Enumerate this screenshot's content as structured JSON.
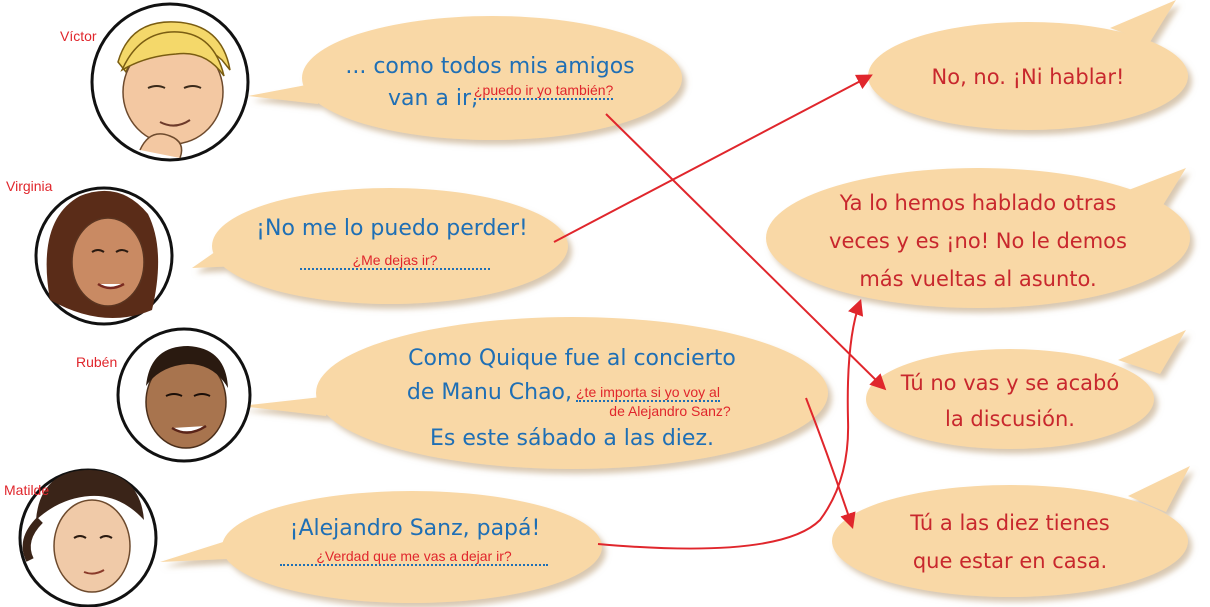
{
  "characters": [
    {
      "name": "Víctor"
    },
    {
      "name": "Virginia"
    },
    {
      "name": "Rubén"
    },
    {
      "name": "Matilde"
    }
  ],
  "left_bubbles": [
    {
      "line1": "... como todos mis amigos",
      "line2": "van a ir,",
      "answer": "¿puedo ir yo también?"
    },
    {
      "line1": "¡No me lo puedo perder!",
      "answer": "¿Me dejas ir?"
    },
    {
      "line1": "Como Quique fue al concierto",
      "line2": "de Manu Chao,",
      "answer_line1": "¿te importa si yo voy al",
      "answer_line2": "de Alejandro Sanz?",
      "line3": "Es este sábado a las diez."
    },
    {
      "line1": "¡Alejandro Sanz, papá!",
      "answer": "¿Verdad que me vas a dejar ir?"
    }
  ],
  "right_bubbles": [
    {
      "lines": [
        "No, no. ¡Ni hablar!"
      ]
    },
    {
      "lines": [
        "Ya lo hemos hablado otras",
        "veces y es ¡no! No le demos",
        "más vueltas al asunto."
      ]
    },
    {
      "lines": [
        "Tú no vas y se acabó",
        "la discusión."
      ]
    },
    {
      "lines": [
        "Tú a las diez tienes",
        "que estar en casa."
      ]
    }
  ],
  "colors": {
    "bubble_fill": "#f9d8a6",
    "bubble_shadow": "#d9b78a",
    "speech_text": "#1f6fb5",
    "reply_text": "#c8272d",
    "hint_text": "#e0262c",
    "arrow": "#e0262c"
  },
  "connections": [
    {
      "from": "left_bubbles.0",
      "to": "right_bubbles.2"
    },
    {
      "from": "left_bubbles.1",
      "to": "right_bubbles.0"
    },
    {
      "from": "left_bubbles.2",
      "to": "right_bubbles.3"
    },
    {
      "from": "left_bubbles.3",
      "to": "right_bubbles.1"
    }
  ]
}
